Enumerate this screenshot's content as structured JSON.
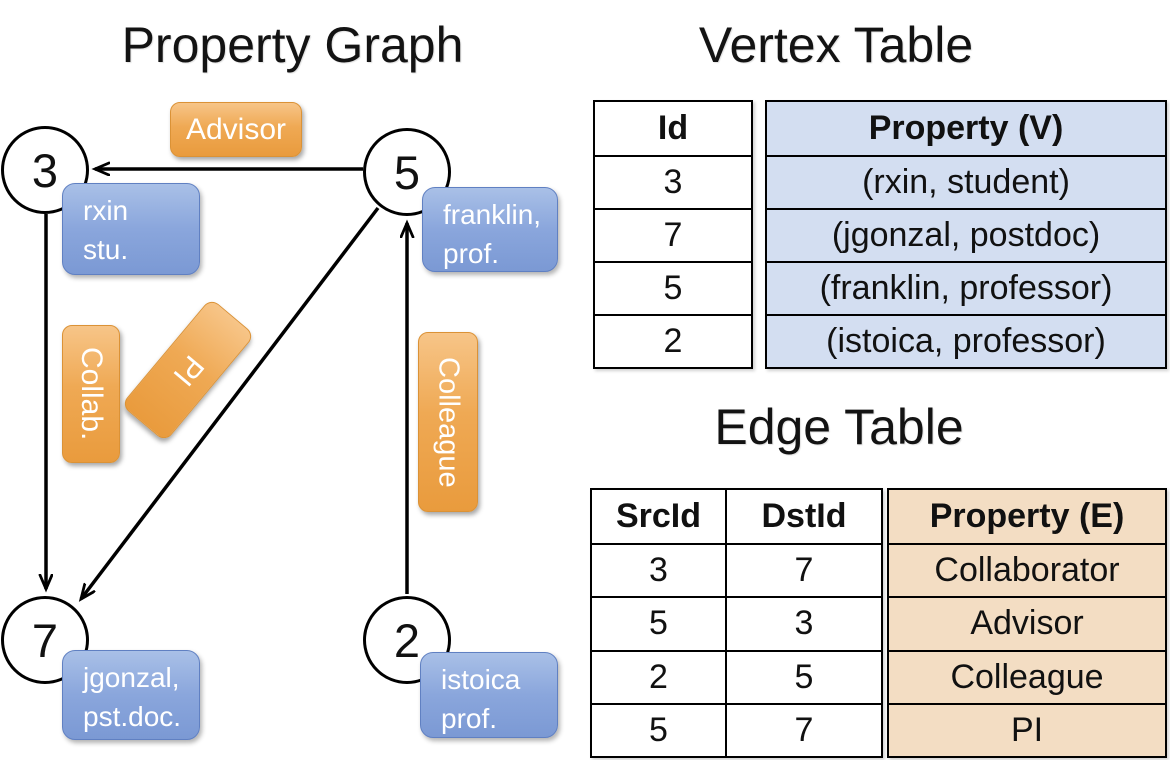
{
  "graph": {
    "title": "Property Graph",
    "nodes": [
      {
        "id": "3",
        "label_lines": [
          "rxin",
          "stu."
        ]
      },
      {
        "id": "5",
        "label_lines": [
          "franklin,",
          "prof."
        ]
      },
      {
        "id": "7",
        "label_lines": [
          "jgonzal,",
          "pst.doc."
        ]
      },
      {
        "id": "2",
        "label_lines": [
          "istoica",
          "prof."
        ]
      }
    ],
    "edge_labels": {
      "advisor": "Advisor",
      "collab": "Collab.",
      "pi": "PI",
      "colleague": "Colleague"
    },
    "edges": [
      {
        "from": "5",
        "to": "3",
        "label": "Advisor"
      },
      {
        "from": "3",
        "to": "7",
        "label": "Collab."
      },
      {
        "from": "5",
        "to": "7",
        "label": "PI"
      },
      {
        "from": "2",
        "to": "5",
        "label": "Colleague"
      }
    ]
  },
  "vertex_table": {
    "title": "Vertex Table",
    "headers": {
      "id": "Id",
      "property": "Property (V)"
    },
    "rows": [
      {
        "id": "3",
        "property": "(rxin, student)"
      },
      {
        "id": "7",
        "property": "(jgonzal, postdoc)"
      },
      {
        "id": "5",
        "property": "(franklin, professor)"
      },
      {
        "id": "2",
        "property": "(istoica, professor)"
      }
    ]
  },
  "edge_table": {
    "title": "Edge Table",
    "headers": {
      "src": "SrcId",
      "dst": "DstId",
      "property": "Property (E)"
    },
    "rows": [
      {
        "src": "3",
        "dst": "7",
        "property": "Collaborator"
      },
      {
        "src": "5",
        "dst": "3",
        "property": "Advisor"
      },
      {
        "src": "2",
        "dst": "5",
        "property": "Colleague"
      },
      {
        "src": "5",
        "dst": "7",
        "property": "PI"
      }
    ]
  },
  "colors": {
    "edge_label_orange": "#efa954",
    "vertex_box_blue": "#8aa6dc",
    "vertex_property_bg": "#d3def1",
    "edge_property_bg": "#f3ddc3",
    "line_black": "#000000"
  }
}
